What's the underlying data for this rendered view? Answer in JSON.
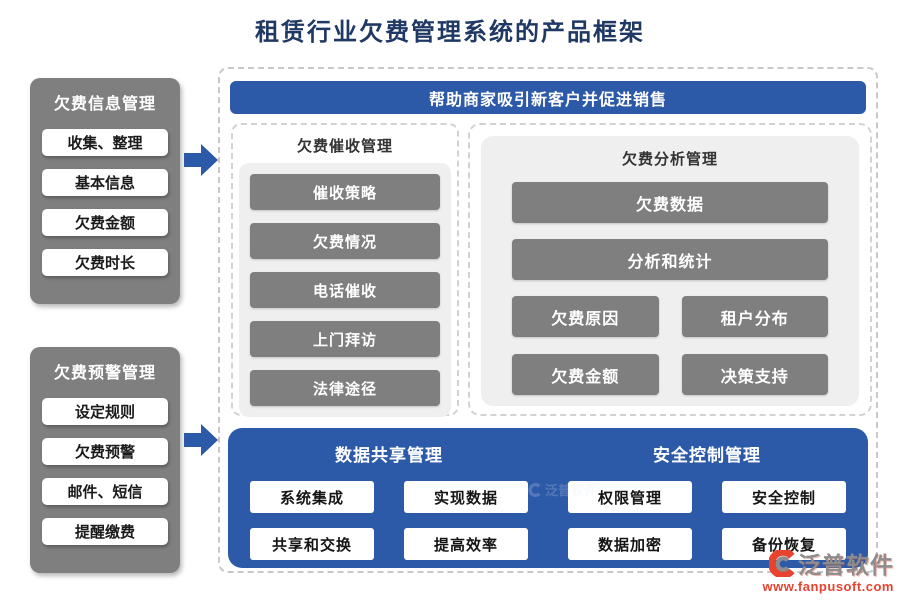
{
  "title": "租赁行业欠费管理系统的产品框架",
  "colors": {
    "primary_blue": "#2d5aa8",
    "panel_gray": "#7f7f7f",
    "light_gray_box": "#f0efef",
    "title_navy": "#1f3864",
    "dashed_border": "#c8c8c8",
    "watermark_red": "#e8432f"
  },
  "left_panels": [
    {
      "title": "欠费信息管理",
      "items": [
        "收集、整理",
        "基本信息",
        "欠费金额",
        "欠费时长"
      ]
    },
    {
      "title": "欠费预警管理",
      "items": [
        "设定规则",
        "欠费预警",
        "邮件、短信",
        "提醒缴费"
      ]
    }
  ],
  "banner": "帮助商家吸引新客户并促进销售",
  "collection_panel": {
    "title": "欠费催收管理",
    "items": [
      "催收策略",
      "欠费情况",
      "电话催收",
      "上门拜访",
      "法律途径"
    ]
  },
  "analysis_panel": {
    "title": "欠费分析管理",
    "wide_items": [
      "欠费数据",
      "分析和统计"
    ],
    "grid_items": [
      "欠费原因",
      "租户分布",
      "欠费金额",
      "决策支持"
    ]
  },
  "bottom_panel": {
    "groups": [
      {
        "title": "数据共享管理",
        "items": [
          "系统集成",
          "实现数据",
          "共享和交换",
          "提高效率"
        ]
      },
      {
        "title": "安全控制管理",
        "items": [
          "权限管理",
          "安全控制",
          "数据加密",
          "备份恢复"
        ]
      }
    ]
  },
  "watermark": {
    "brand": "泛普软件",
    "url": "www.fanpusoft.com"
  }
}
